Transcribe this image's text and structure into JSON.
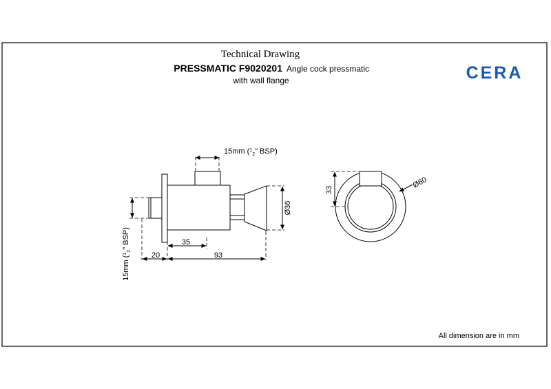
{
  "header": {
    "subtitle": "Technical Drawing",
    "product_code": "PRESSMATIC F9020201",
    "description_line1": "Angle cock pressmatic",
    "description_line2": "with wall flange"
  },
  "brand": {
    "logo_text": "CERA",
    "color": "#1e5aa8"
  },
  "side_view": {
    "top_dim": {
      "prefix": "15mm (",
      "num": "1",
      "den": "2",
      "suffix": "\" BSP)"
    },
    "left_dim": {
      "prefix": "15mm (",
      "num": "1",
      "den": "2",
      "suffix": "\" BSP)"
    },
    "diameter_label": "Ø36",
    "dim_flange_to_body": "35",
    "dim_spigot": "20",
    "dim_overall": "93"
  },
  "front_view": {
    "height_label": "33",
    "diameter_label": "Ø60"
  },
  "footer": {
    "note": "All dimension are in mm"
  }
}
